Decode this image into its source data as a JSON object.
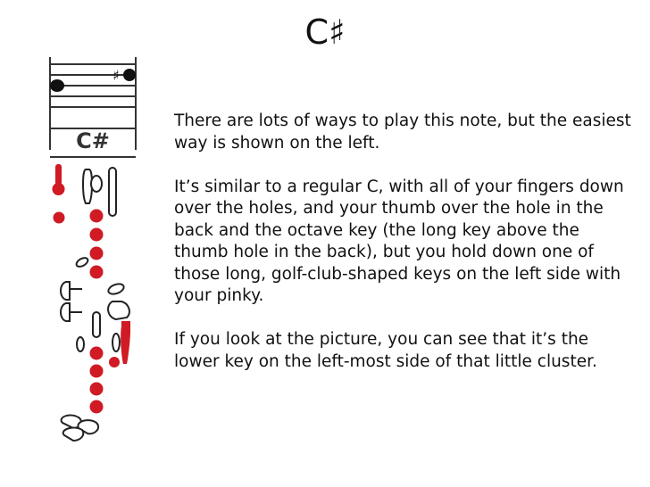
{
  "slide": {
    "title": "C♯",
    "fingering_label": "C#",
    "paragraphs": [
      "There are lots of ways to play this note, but the easiest way is shown on the left.",
      "It’s similar to a regular C, with all of your fingers down  over the holes, and your thumb over the hole in the back and the octave key (the long key above the thumb hole in the back), but you hold down one of those long, golf-club-shaped keys on the left side with your pinky.",
      "If you look at the picture, you can see that it’s the lower key on the left-most side of that little cluster."
    ]
  },
  "colors": {
    "pressed": "#d01a24",
    "outline": "#222222"
  }
}
